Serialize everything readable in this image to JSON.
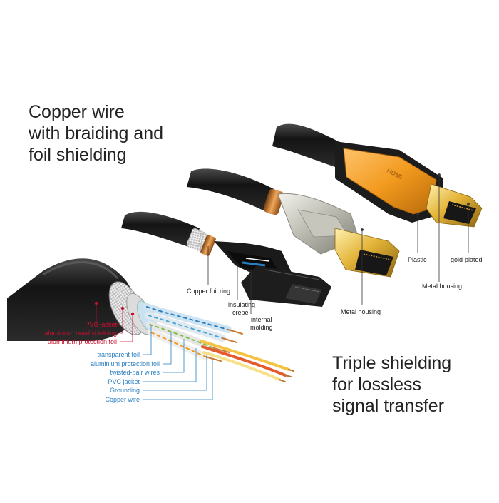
{
  "headings": {
    "left_lines": [
      "Copper wire",
      "with braiding and",
      "foil shielding"
    ],
    "right_lines": [
      "Triple shielding",
      "for lossless",
      "signal transfer"
    ]
  },
  "cable_labels_red": [
    "PVC jacket",
    "aluminium braid shielding",
    "aluminium protection foil"
  ],
  "cable_labels_blue": [
    "transparent foil",
    "aluminium protection foil",
    "twisted-pair wires",
    "PVC jacket",
    "Grounding",
    "Copper wire"
  ],
  "connector_labels": {
    "copper_foil_ring": "Copper foil ring",
    "insulating_crepe_1": "insulating",
    "insulating_crepe_2": "crepe",
    "internal_molding_1": "internal",
    "internal_molding_2": "molding",
    "metal_housing_silver": "Metal housing",
    "plastic": "Plastic",
    "metal_housing_gold": "Metal housing",
    "gold_plated": "gold-plated"
  },
  "logo_text": "HDMI",
  "colors": {
    "label_red": "#c8102e",
    "label_blue": "#2a7fc0",
    "orange_housing": "#f29a1e",
    "gold_tip": "#e4b53a",
    "cable_black": "#1c1c1c"
  }
}
